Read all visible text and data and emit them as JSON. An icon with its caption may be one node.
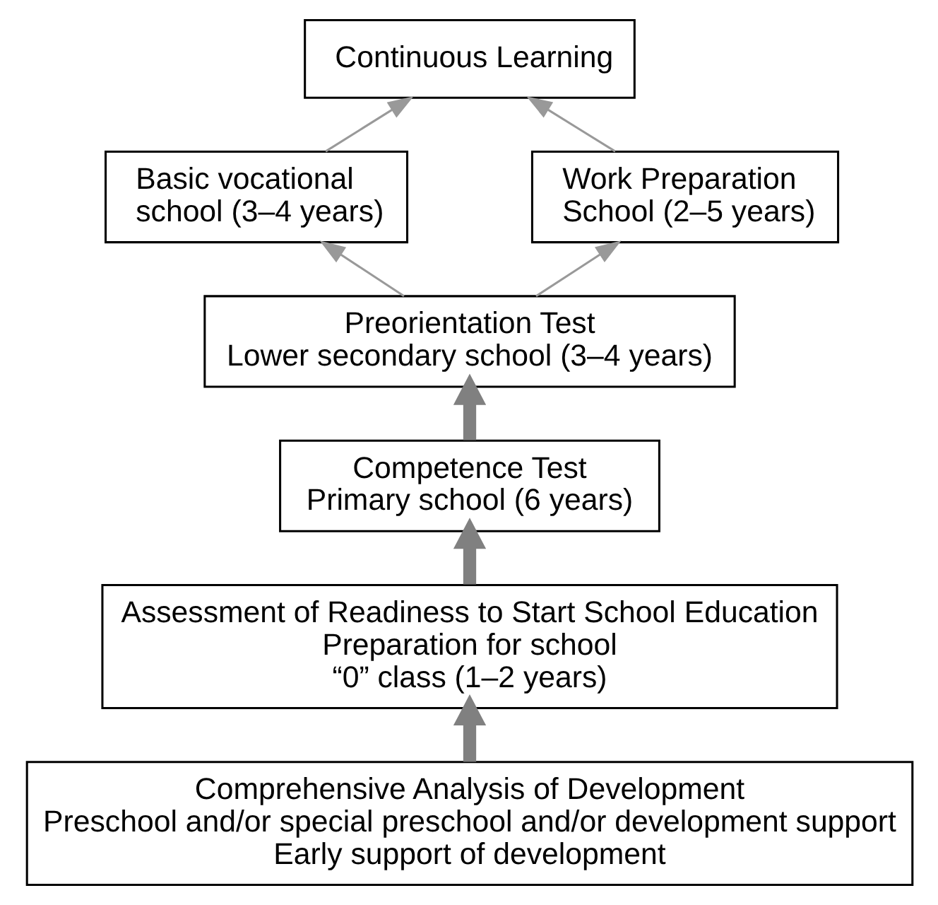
{
  "diagram": {
    "nodes": [
      {
        "text": [
          "Continuous Learning"
        ]
      },
      {
        "text": [
          "Basic vocational school (3–4 years)"
        ]
      },
      {
        "text": [
          "Work Preparation School (2–5 years)"
        ]
      },
      {
        "text": [
          "Preorientation Test",
          "Lower secondary school (3–4 years)"
        ]
      },
      {
        "text": [
          "Competence Test",
          "Primary school (6 years)"
        ]
      },
      {
        "text": [
          "Assessment of Readiness to Start School Education",
          "Preparation for school",
          "“0” class (1–2 years)"
        ]
      },
      {
        "text": [
          "Comprehensive Analysis of Development",
          "Preschool and/or special preschool and/or development support",
          "Early support of development"
        ]
      }
    ],
    "edges": [
      {
        "from": 6,
        "to": 5,
        "arrow": "to",
        "style": "thick"
      },
      {
        "from": 5,
        "to": 4,
        "arrow": "to",
        "style": "thick"
      },
      {
        "from": 4,
        "to": 3,
        "arrow": "to",
        "style": "thick"
      },
      {
        "from": 3,
        "to": 1,
        "arrow": "to"
      },
      {
        "from": 3,
        "to": 2,
        "arrow": "to"
      },
      {
        "from": 1,
        "to": 0,
        "arrow": "to"
      },
      {
        "from": 2,
        "to": 0,
        "arrow": "to"
      }
    ]
  }
}
